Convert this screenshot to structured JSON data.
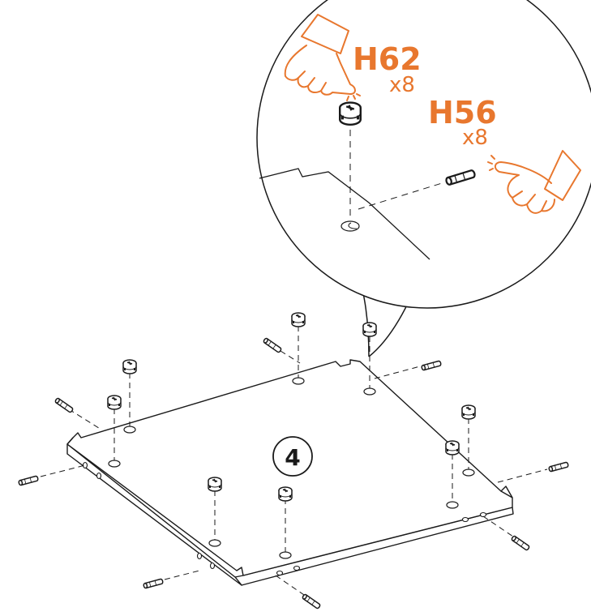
{
  "step": {
    "number": "4"
  },
  "callout": {
    "parts": [
      {
        "code": "H62",
        "quantity": "x8",
        "type": "cam-lock"
      },
      {
        "code": "H56",
        "quantity": "x8",
        "type": "wooden-dowel"
      }
    ]
  },
  "colors": {
    "accent": "#e8772e",
    "line": "#1a1a1a",
    "background": "#ffffff"
  },
  "icons": [
    "pointing-hand-icon",
    "cam-lock-icon",
    "dowel-icon",
    "panel-hole-icon"
  ]
}
